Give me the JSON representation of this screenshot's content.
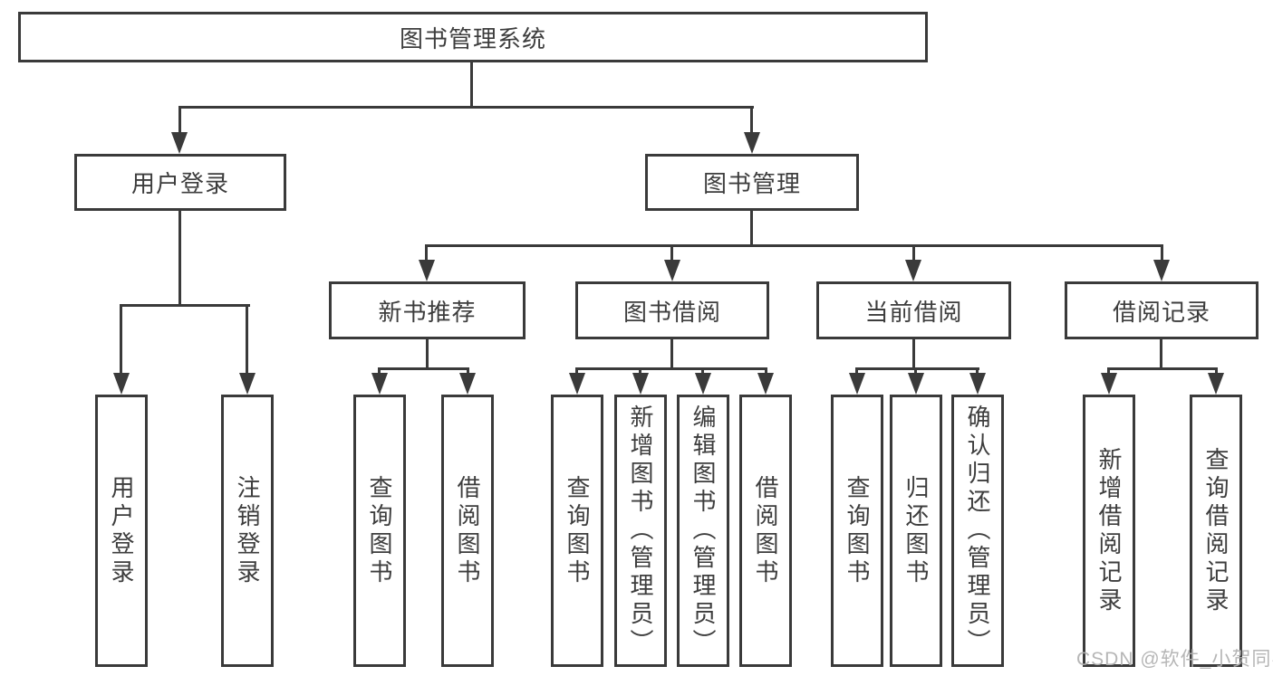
{
  "diagram": {
    "root": {
      "label": "图书管理系统"
    },
    "level1": [
      {
        "label": "用户登录"
      },
      {
        "label": "图书管理"
      }
    ],
    "level2": [
      {
        "label": "新书推荐"
      },
      {
        "label": "图书借阅"
      },
      {
        "label": "当前借阅"
      },
      {
        "label": "借阅记录"
      }
    ],
    "leaves": [
      {
        "label": "用户登录"
      },
      {
        "label": "注销登录"
      },
      {
        "label": "查询图书"
      },
      {
        "label": "借阅图书"
      },
      {
        "label": "查询图书"
      },
      {
        "label": "新增图书（管理员）"
      },
      {
        "label": "编辑图书（管理员）"
      },
      {
        "label": "借阅图书"
      },
      {
        "label": "查询图书"
      },
      {
        "label": "归还图书"
      },
      {
        "label": "确认归还（管理员）"
      },
      {
        "label": "新增借阅记录"
      },
      {
        "label": "查询借阅记录"
      }
    ],
    "colors": {
      "line": "#3a3a3a",
      "text": "#3d3d3d",
      "watermark": "#b2b2b2"
    },
    "watermark": "CSDN @软件_小贺同学"
  }
}
